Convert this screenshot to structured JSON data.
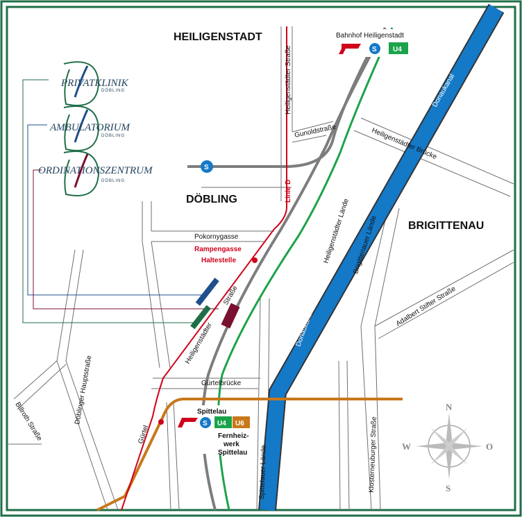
{
  "districts": {
    "heiligenstadt": "HEILIGENSTADT",
    "doebling": "DÖBLING",
    "brigittenau": "BRIGITTENAU"
  },
  "streets": {
    "heiligenstaedter_strasse_top": "Heiligenstädter Straße",
    "gunoldstrasse": "Gunoldstraße",
    "heiligenstaedter_bruecke": "Heiligenstädter Brücke",
    "linie_d": "Linie D",
    "pokornygasse": "Pokornygasse",
    "heiligenstaedter_laende": "Heiligenstädter Lände",
    "brigittenauer_laende": "Brigittenauer Lände",
    "adalbert_stifter_strasse": "Adalbert Stifter Straße",
    "strasse": "Straße",
    "heiligenstaedter": "Heiligenstädter",
    "doeblinger_hauptstrasse": "Döblinger Hauptstraße",
    "billroth_strasse": "Billroth Straße",
    "guertelbruecke": "Gürtelbrücke",
    "guertel": "Gürtel",
    "spittelauer_laende": "Spittelauer Lände",
    "klosterneuburger_strasse": "Klosterneuburger Straße"
  },
  "water": {
    "donaukanal": "Donaukanal"
  },
  "stops": {
    "rampengasse": "Rampengasse",
    "haltestelle": "Haltestelle"
  },
  "stations": {
    "bahnhof_heiligenstadt": "Bahnhof Heiligenstadt",
    "spittelau": "Spittelau",
    "fernheizwerk": "Fernheiz-",
    "werk": "werk",
    "fernheizwerk_spittelau": "Spittelau"
  },
  "line_badges": {
    "s_bahn": "S",
    "u4": "U4",
    "u6": "U6"
  },
  "institutions": [
    {
      "name": "PRIVATKLINIK",
      "sub": "DÖBLING"
    },
    {
      "name": "AMBULATORIUM",
      "sub": "DÖBLING"
    },
    {
      "name": "ORDINATIONSZENTRUM",
      "sub": "DÖBLING"
    }
  ],
  "compass": {
    "north": "N",
    "south": "S",
    "west": "W",
    "east": "O"
  },
  "colors": {
    "frame": "#1f6e47",
    "river": "#1479c7",
    "u4": "#1ba34a",
    "u6": "#c8781b",
    "tram": "#d0021b",
    "rail": "#7d7d7d",
    "klinik": "#1f4e8c",
    "ambulatorium": "#1f6e47",
    "ordination": "#7a1030"
  }
}
